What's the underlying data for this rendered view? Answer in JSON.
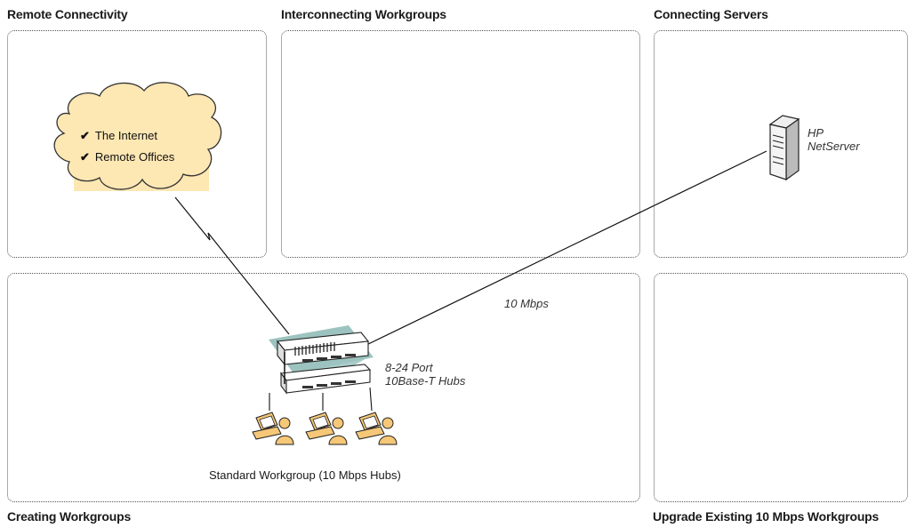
{
  "sections": {
    "remote_connectivity": "Remote Connectivity",
    "interconnecting_workgroups": "Interconnecting Workgroups",
    "connecting_servers": "Connecting Servers",
    "creating_workgroups": "Creating Workgroups",
    "upgrade_existing": "Upgrade Existing 10 Mbps Workgroups"
  },
  "cloud": {
    "items": [
      {
        "check": "✔",
        "label": "The Internet"
      },
      {
        "check": "✔",
        "label": "Remote Offices"
      }
    ]
  },
  "server": {
    "line1": "HP",
    "line2": "NetServer"
  },
  "link_speed": "10 Mbps",
  "hub": {
    "line1": "8-24 Port",
    "line2": "10Base-T Hubs"
  },
  "workgroup_caption": "Standard Workgroup (10 Mbps Hubs)",
  "colors": {
    "cloud_fill": "#fde7b3",
    "hub_backdrop": "#9cc3c0",
    "workstation_fill": "#f5c777"
  },
  "icons": [
    "cloud-icon",
    "server-icon",
    "hub-stack-icon",
    "workstation-user-icon"
  ]
}
